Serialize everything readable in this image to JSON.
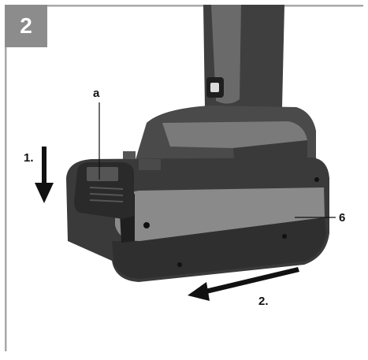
{
  "figure": {
    "number": "2",
    "label_a": "a",
    "label_step1": "1.",
    "label_step2": "2.",
    "label_part6": "6"
  },
  "colors": {
    "frame_gray": "#a9a9a9",
    "badge_gray": "#8c8c8c",
    "tool_dark": "#3a3a3a",
    "tool_mid": "#5a5a5a",
    "tool_light": "#8a8a8a",
    "arrow": "#111111"
  },
  "icons": {
    "tool": "drill-with-battery-illustration",
    "down_arrow": "arrow-down-icon",
    "left_arrow": "arrow-left-icon"
  }
}
